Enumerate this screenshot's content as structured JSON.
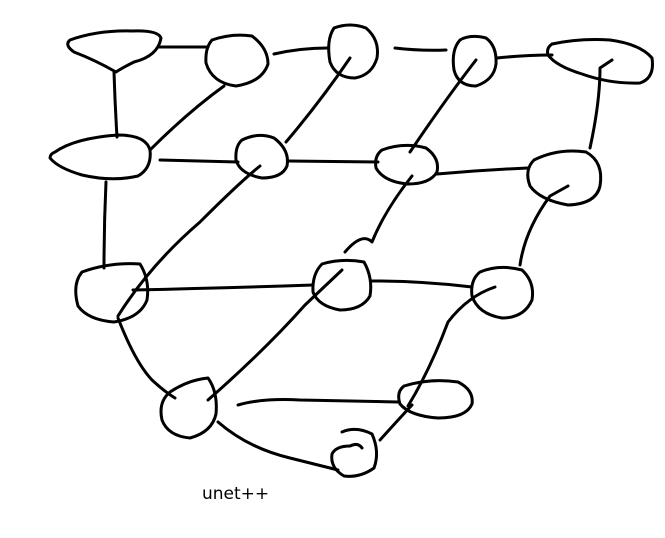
{
  "caption": "unet++",
  "colors": {
    "ink": "#000000",
    "background": "#ffffff"
  },
  "nodes": [
    "node-0-0",
    "node-0-1",
    "node-0-2",
    "node-0-3",
    "node-0-4",
    "node-1-0",
    "node-1-1",
    "node-1-2",
    "node-1-3",
    "node-2-0",
    "node-2-1",
    "node-2-2",
    "node-3-0",
    "node-3-1",
    "node-4-0"
  ]
}
